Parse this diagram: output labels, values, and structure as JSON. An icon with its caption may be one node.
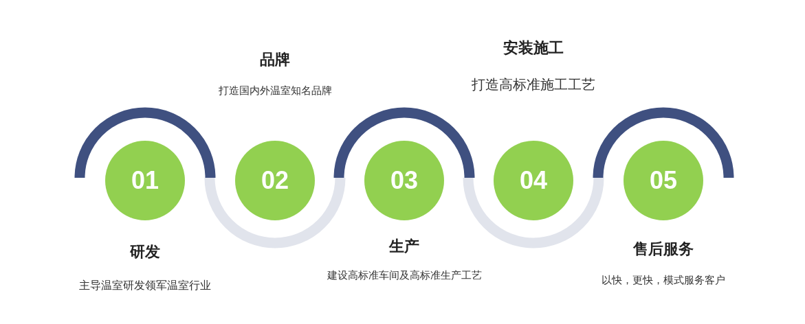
{
  "diagram": {
    "nodes": [
      {
        "text": [
          "01"
        ],
        "beside": [
          "研发",
          "主导温室研发领军温室行业"
        ]
      },
      {
        "text": [
          "02"
        ],
        "beside": [
          "品牌",
          "打造国内外温室知名品牌"
        ]
      },
      {
        "text": [
          "03"
        ],
        "beside": [
          "生产",
          "建设高标准车间及高标准生产工艺"
        ]
      },
      {
        "text": [
          "04"
        ],
        "beside": [
          "安装施工",
          "打造高标准施工工艺"
        ]
      },
      {
        "text": [
          "05"
        ],
        "beside": [
          "售后服务",
          "以快，更快，模式服务客户"
        ]
      }
    ]
  }
}
